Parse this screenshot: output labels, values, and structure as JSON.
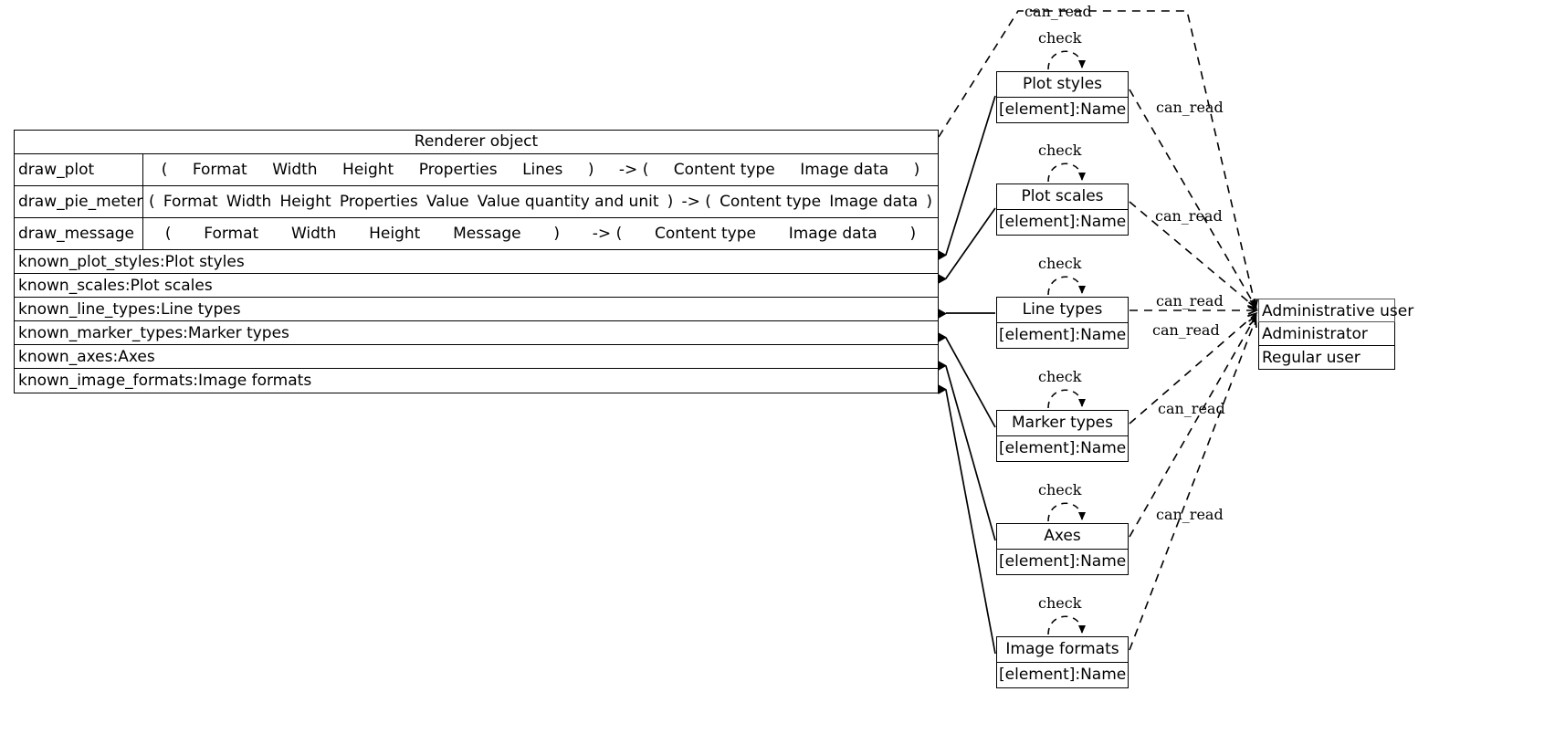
{
  "diagram": {
    "kind": "uml-class-diagram",
    "renderer": {
      "title": "Renderer object",
      "methods": [
        {
          "name": "draw_plot",
          "params": [
            "(",
            "Format",
            "Width",
            "Height",
            "Properties",
            "Lines",
            ")",
            "-> (",
            "Content type",
            "Image data",
            ")"
          ]
        },
        {
          "name": "draw_pie_meter",
          "params": [
            "(",
            "Format",
            "Width",
            "Height",
            "Properties",
            "Value",
            "Value quantity and unit",
            ")",
            "-> (",
            "Content type",
            "Image data",
            ")"
          ]
        },
        {
          "name": "draw_message",
          "params": [
            "(",
            "Format",
            "Width",
            "Height",
            "Message",
            ")",
            "-> (",
            "Content type",
            "Image data",
            ")"
          ]
        }
      ],
      "attributes": [
        "known_plot_styles:Plot styles",
        "known_scales:Plot scales",
        "known_line_types:Line types",
        "known_marker_types:Marker types",
        "known_axes:Axes",
        "known_image_formats:Image formats"
      ]
    },
    "elements": [
      {
        "title": "Plot styles",
        "attr": "[element]:Name"
      },
      {
        "title": "Plot scales",
        "attr": "[element]:Name"
      },
      {
        "title": "Line types",
        "attr": "[element]:Name"
      },
      {
        "title": "Marker types",
        "attr": "[element]:Name"
      },
      {
        "title": "Axes",
        "attr": "[element]:Name"
      },
      {
        "title": "Image formats",
        "attr": "[element]:Name"
      }
    ],
    "actor": {
      "header": "Administrative user",
      "roles": [
        "Administrator",
        "Regular user"
      ]
    },
    "edge_labels": {
      "check": "check",
      "can_read": "can_read"
    },
    "colors": {
      "stroke": "#000000",
      "actor_header_border": "#555555",
      "background": "#ffffff"
    }
  }
}
